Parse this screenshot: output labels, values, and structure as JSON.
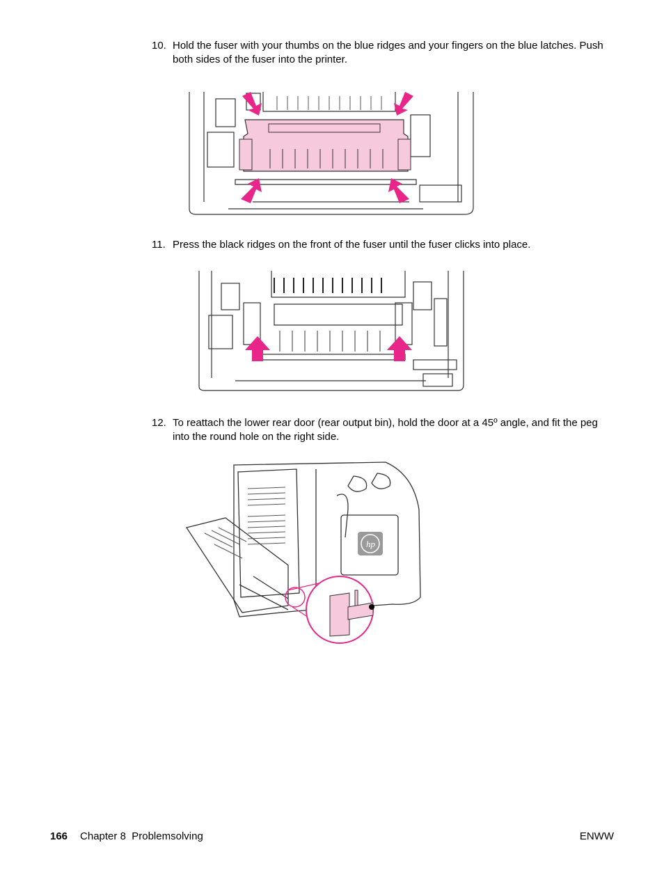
{
  "steps": [
    {
      "num": "10.",
      "text": "Hold the fuser with your thumbs on the blue ridges and your fingers on the blue latches. Push both sides of the fuser into the printer."
    },
    {
      "num": "11.",
      "text": "Press the black ridges on the front of the fuser until the fuser clicks into place."
    },
    {
      "num": "12.",
      "text": "To reattach the lower rear door (rear output bin), hold the door at a 45º angle, and fit the peg into the round hole on the right side."
    }
  ],
  "footer": {
    "page_number": "166",
    "chapter": "Chapter 8",
    "section": "Problemsolving",
    "doc_code": "ENWW"
  },
  "colors": {
    "highlight": "#e8268a",
    "fuser_fill": "#f7c9dd",
    "line": "#333333"
  }
}
